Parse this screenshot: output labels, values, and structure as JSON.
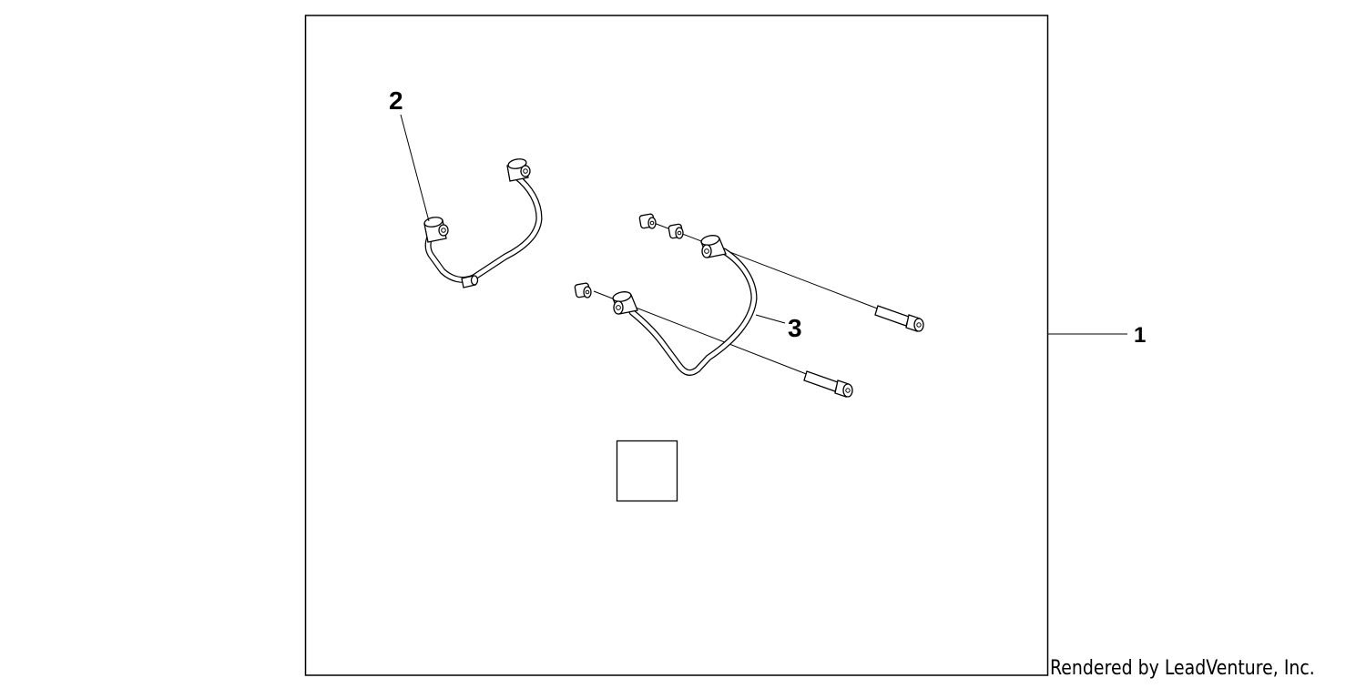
{
  "callouts": {
    "kit": "1",
    "bracket_left": "2",
    "bracket_right": "3"
  },
  "footer": {
    "credit": "Rendered by LeadVenture, Inc."
  }
}
